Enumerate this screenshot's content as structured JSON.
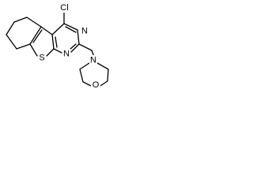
{
  "molecule": {
    "atoms": {
      "cl": "Cl",
      "n_top": "N",
      "n_bottom": "N",
      "s": "S",
      "n_morph": "N",
      "o_morph": "O"
    }
  },
  "colors": {
    "bond": "#000000",
    "label": "#000000",
    "background": "#ffffff"
  }
}
